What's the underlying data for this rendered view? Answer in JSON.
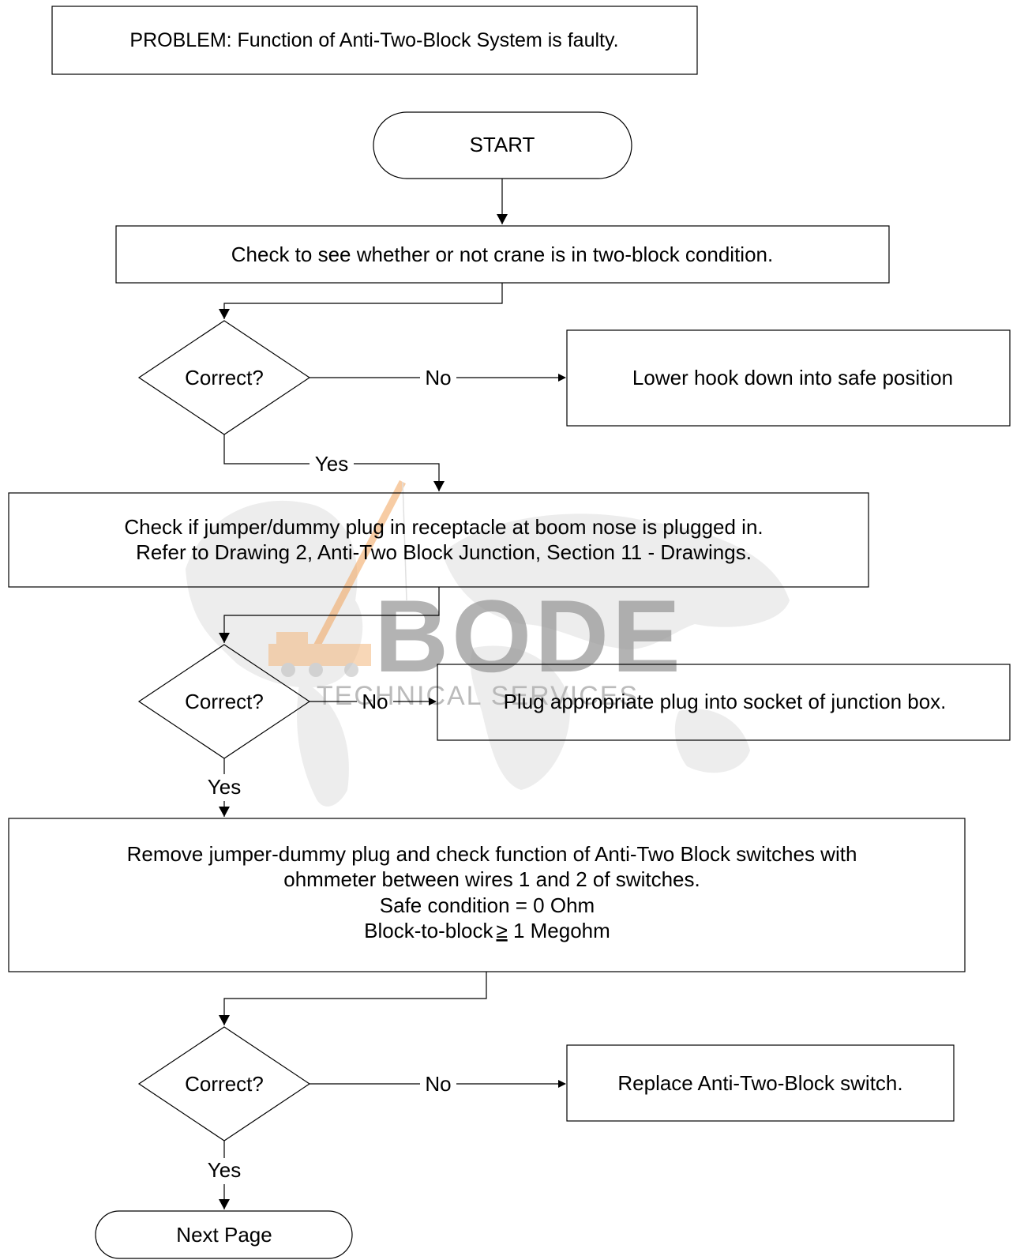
{
  "problem": "PROBLEM: Function of Anti-Two-Block System is faulty.",
  "start": "START",
  "step1": "Check to see whether or not crane is in two-block condition.",
  "decision1": {
    "label": "Correct?",
    "no": "No",
    "yes": "Yes"
  },
  "action1": "Lower hook down into safe position",
  "step2": {
    "line1": "Check if jumper/dummy plug in receptacle at boom nose is plugged  in.",
    "line2": "Refer to Drawing 2, Anti-Two Block Junction, Section 11 - Drawings."
  },
  "decision2": {
    "label": "Correct?",
    "no": "No",
    "yes": "Yes"
  },
  "action2": "Plug appropriate plug into socket of junction box.",
  "step3": {
    "line1": "Remove jumper-dummy plug and check function of Anti-Two Block switches with",
    "line2": "ohmmeter  between wires 1 and 2 of switches.",
    "line3": "Safe condition = 0 Ohm",
    "line4_prefix": "Block-to-block",
    "line4_symbol": "≥",
    "line4_suffix": " 1  Megohm"
  },
  "decision3": {
    "label": "Correct?",
    "no": "No",
    "yes": "Yes"
  },
  "action3": "Replace Anti-Two-Block switch.",
  "end": "Next Page",
  "watermark": {
    "brand": "BODE",
    "tagline": "TECHNICAL SERVICES"
  }
}
